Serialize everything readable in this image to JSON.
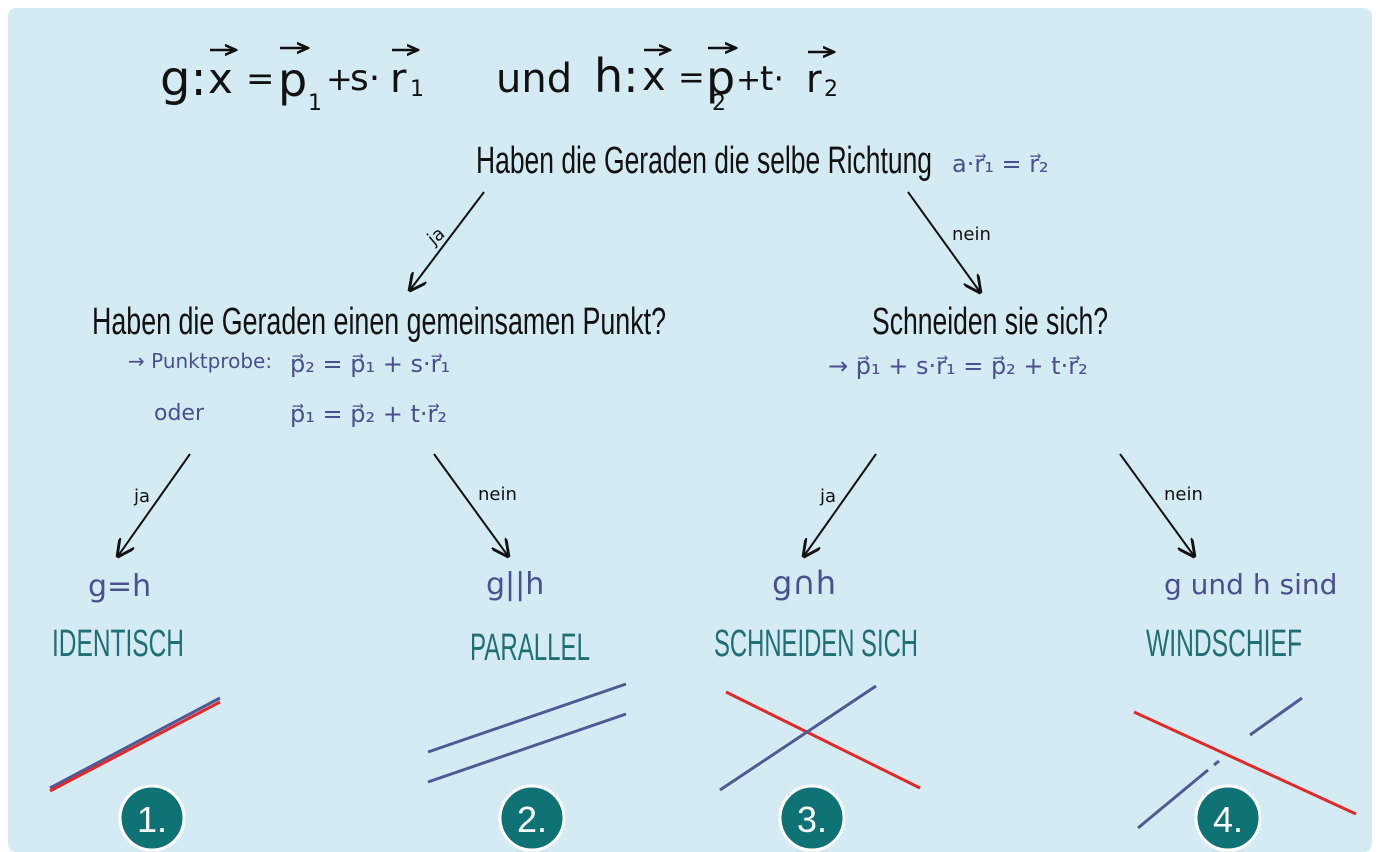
{
  "colors": {
    "background": "#d5ebf3",
    "black": "#111111",
    "handwriting_blue": "#4a4f8f",
    "teal": "#1f6f74",
    "red": "#e02a2a",
    "line_blue": "#4f5994",
    "badge": "#0f7275",
    "badge_ring": "#ffffff"
  },
  "header": {
    "g_name": "g:",
    "g_x": "x",
    "g_eq": "=",
    "g_p": "p",
    "g_p_sub": "1",
    "g_plus": "+",
    "g_s": "s·",
    "g_r": "r",
    "g_r_sub": "1",
    "und": "und",
    "h_name": "h:",
    "h_x": "x",
    "h_eq": "=",
    "h_p": "p",
    "h_p_sub": "2",
    "h_plus": "+",
    "h_t": "t·",
    "h_r": "r",
    "h_r_sub": "2"
  },
  "top_question": {
    "text": "Haben die Geraden die selbe Richtung",
    "formula": "a·r⃗₁ = r⃗₂"
  },
  "branch_labels": {
    "top_left": "ja",
    "top_right": "nein",
    "mid_left_left": "ja",
    "mid_left_right": "nein",
    "mid_right_left": "ja",
    "mid_right_right": "nein"
  },
  "left_question": {
    "text": "Haben die Geraden einen gemeinsamen Punkt?",
    "probe_label": "→ Punktprobe:",
    "probe_formula": "p⃗₂ = p⃗₁ + s·r⃗₁",
    "or_label": "oder",
    "or_formula": "p⃗₁ = p⃗₂ + t·r⃗₂"
  },
  "right_question": {
    "text": "Schneiden sie sich?",
    "formula": "→ p⃗₁ + s·r⃗₁ = p⃗₂ + t·r⃗₂"
  },
  "results": [
    {
      "note": "g=h",
      "label": "IDENTISCH",
      "badge": "1."
    },
    {
      "note": "g||h",
      "label": "PARALLEL",
      "badge": "2."
    },
    {
      "note": "g∩h",
      "label": "SCHNEIDEN SICH",
      "badge": "3."
    },
    {
      "note": "g und h sind",
      "label": "WINDSCHIEF",
      "badge": "4."
    }
  ]
}
